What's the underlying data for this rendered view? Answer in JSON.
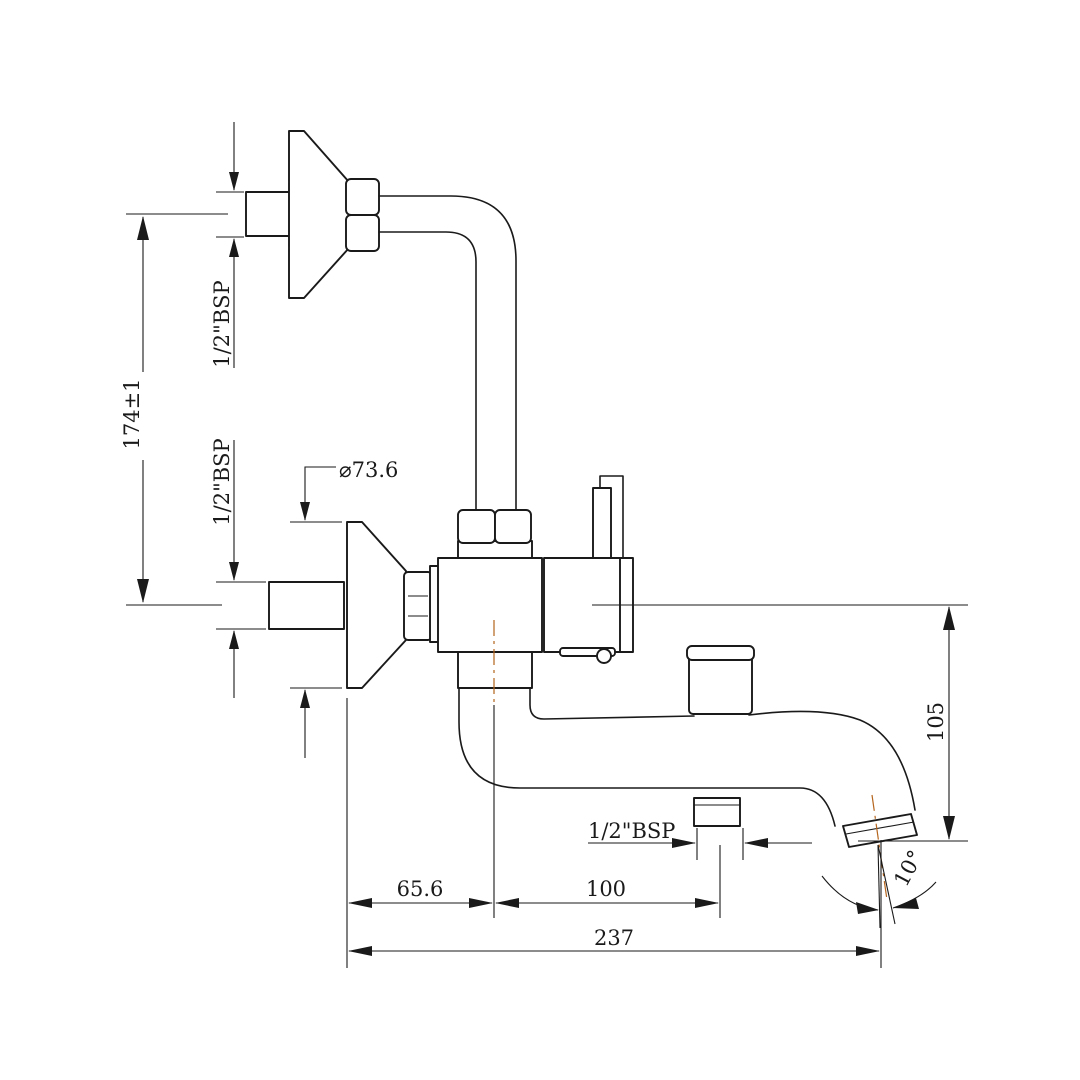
{
  "dimensions": {
    "inlet_centre_distance": "174±1",
    "upper_thread": "1/2\"BSP",
    "lower_thread": "1/2\"BSP",
    "flange_diameter": "73.6",
    "outlet_height": "105",
    "outlet_thread": "1/2\"BSP",
    "left_offset": "65.6",
    "outlet_offset": "100",
    "overall_length": "237",
    "spout_angle": "10°"
  },
  "symbols": {
    "diameter": "⌀"
  }
}
